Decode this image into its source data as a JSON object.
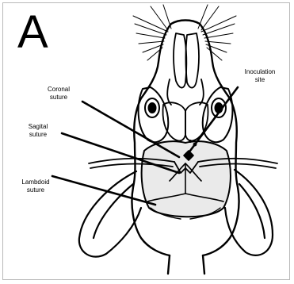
{
  "figure": {
    "panel_letter": "A",
    "labels": {
      "coronal": "Coronal\nsuture",
      "sagital": "Sagital\nsuture",
      "lambdoid": "Lambdoid\nsuture",
      "inoculation": "Inoculation\nsite"
    },
    "colors": {
      "ink": "#000000",
      "background": "#ffffff",
      "frame": "#b9b9b9",
      "skull_shade": "#dcdcdc"
    }
  }
}
